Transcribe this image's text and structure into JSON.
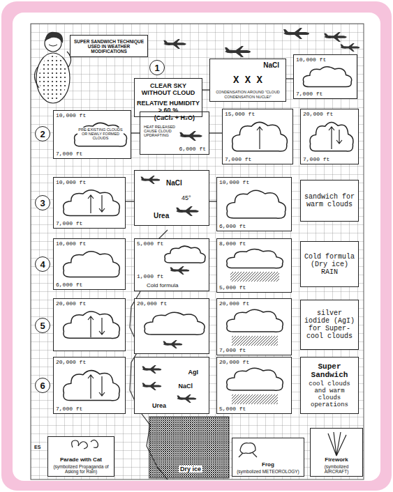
{
  "diagram": {
    "title": "SUPER SANDWICH TECHNIQUE USED IN WEATHER MODIFICATIONS",
    "nodes": [
      {
        "text": [
          "1"
        ]
      },
      {
        "text": [
          "CLEAR SKY WITHOUT CLOUD",
          "RELATIVE HUMIDITY > 60 %"
        ]
      },
      {
        "text": [
          "NaCl",
          "X X X",
          "CONDENSATION AROUND \"CLOUD CONDENSATION NUCLEI\""
        ]
      },
      {
        "text": [
          "10,000 ft",
          "7,000 ft"
        ]
      },
      {
        "text": [
          "2"
        ]
      },
      {
        "text": [
          "10,000 ft",
          "PRE-EXISTING CLOUDS OR NEWLY FORMED CLOUDS",
          "7,000 ft"
        ]
      },
      {
        "text": [
          "(CaCl₂ + H₂O)",
          "HEAT RELEASED CAUSE CLOUD UPDRAFTING",
          "6,000 ft"
        ]
      },
      {
        "text": [
          "15,000 ft",
          "7,000 ft"
        ]
      },
      {
        "text": [
          "20,000 ft",
          "7,000 ft"
        ]
      },
      {
        "text": [
          "3"
        ]
      },
      {
        "text": [
          "10,000 ft",
          "7,000 ft"
        ]
      },
      {
        "text": [
          "NaCl",
          "45°",
          "Urea"
        ]
      },
      {
        "text": [
          "10,000 ft",
          "6,000 ft"
        ]
      },
      {
        "text": [
          "sandwich for warm clouds"
        ]
      },
      {
        "text": [
          "4"
        ]
      },
      {
        "text": [
          "10,000 ft",
          "6,000 ft"
        ]
      },
      {
        "text": [
          "5,000 ft",
          "1,000 ft",
          "Cold formula"
        ]
      },
      {
        "text": [
          "8,000 ft",
          "5,000 ft"
        ]
      },
      {
        "text": [
          "Cold formula (Dry ice) RAIN"
        ]
      },
      {
        "text": [
          "5"
        ]
      },
      {
        "text": [
          "20,000 ft"
        ]
      },
      {
        "text": [
          "20,000 ft"
        ]
      },
      {
        "text": [
          "20,000 ft",
          "7,000 ft"
        ]
      },
      {
        "text": [
          "silver iodide (AgI) for Super-cool clouds"
        ]
      },
      {
        "text": [
          "6"
        ]
      },
      {
        "text": [
          "20,000 ft",
          "7,000 ft"
        ]
      },
      {
        "text": [
          "AgI",
          "NaCl",
          "Urea"
        ]
      },
      {
        "text": [
          "20,000 ft",
          "5,000 ft"
        ]
      },
      {
        "text": [
          "Super Sandwich",
          "cool clouds and warm clouds operations"
        ]
      },
      {
        "text": [
          "Parade with Cat",
          "(symbolized Propaganda of Asking for Rain)"
        ]
      },
      {
        "text": [
          "Frog",
          "(symbolized METEOROLOGY)"
        ]
      },
      {
        "text": [
          "Firework",
          "(symbolized AIRCRAFT)"
        ]
      }
    ],
    "edges": [
      {
        "from": 1,
        "to": 2,
        "arrow": "none"
      },
      {
        "from": 2,
        "to": 3,
        "arrow": "none"
      },
      {
        "from": 5,
        "to": 6,
        "arrow": "none"
      },
      {
        "from": 6,
        "to": 7,
        "arrow": "none"
      },
      {
        "from": 10,
        "to": 11,
        "arrow": "none"
      },
      {
        "from": 11,
        "to": 12,
        "arrow": "none"
      }
    ],
    "labels": [
      "Dry ice",
      "ES"
    ]
  }
}
